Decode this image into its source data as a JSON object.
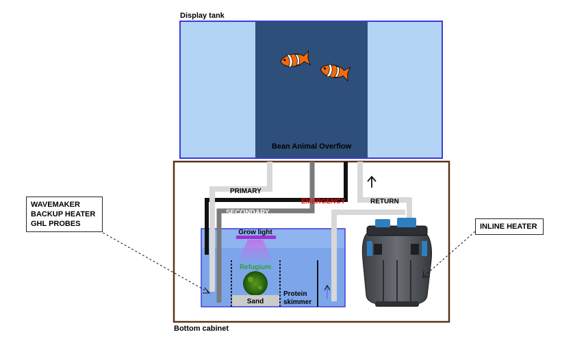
{
  "labels": {
    "display_tank": "Display tank",
    "overflow": "Bean Animal Overflow",
    "primary": "PRIMARY",
    "secondary": "SECONDARY",
    "emergency": "EMERGENCY",
    "return": "RETURN",
    "grow_light": "Grow light",
    "refugium": "Refugium",
    "sand": "Sand",
    "protein_skimmer_line1": "Protein",
    "protein_skimmer_line2": "skimmer",
    "bottom_cabinet": "Bottom cabinet",
    "inline_heater": "INLINE HEATER"
  },
  "wavemaker_callout": [
    "WAVEMAKER",
    "BACKUP HEATER",
    "GHL PROBES"
  ],
  "colors": {
    "tank_glass": "#b3d4f5",
    "tank_water": "#2f4f7b",
    "tank_border": "#3a3ad8",
    "cabinet_border": "#5a3319",
    "sump_water": "#8fb4f0",
    "pipe_primary": "#d8d8d8",
    "pipe_secondary": "#7a7a7a",
    "pipe_emergency": "#111111",
    "emergency_text": "#e01010",
    "grow_light": "#a030d8",
    "refugium_text": "#3a9a3a",
    "sand": "#c9ccc9"
  }
}
